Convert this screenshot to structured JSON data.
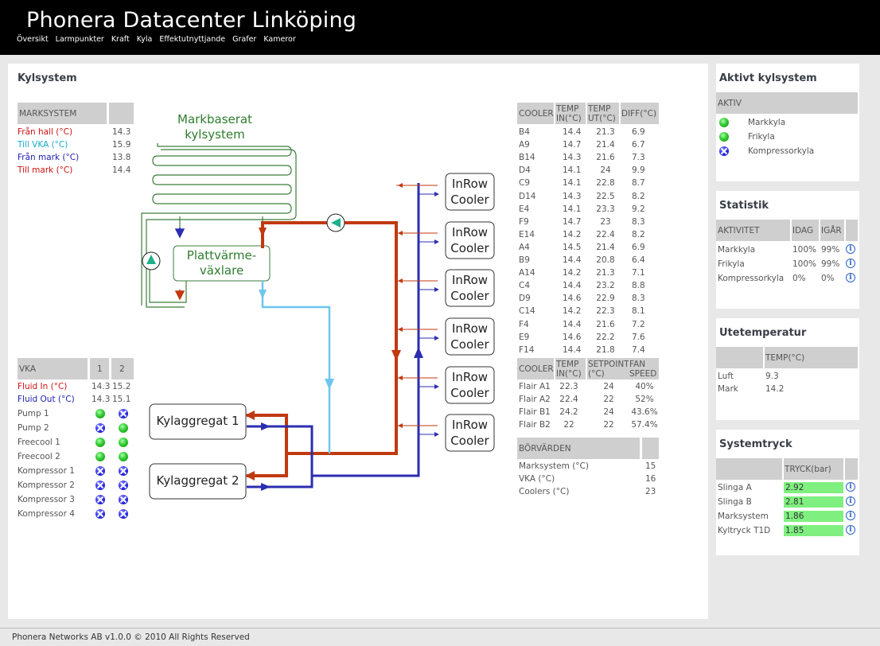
{
  "header": {
    "title": "Phonera Datacenter Linköping",
    "nav": [
      "Översikt",
      "Larmpunkter",
      "Kraft",
      "Kyla",
      "Effektutnyttjande",
      "Grafer",
      "Kameror"
    ]
  },
  "main": {
    "title": "Kylsystem",
    "marksystem": {
      "header": "MARKSYSTEM",
      "rows": [
        {
          "label": "Från hall (°C)",
          "value": "14.3"
        },
        {
          "label": "Till VKA (°C)",
          "value": "15.9"
        },
        {
          "label": "Från mark (°C)",
          "value": "13.8"
        },
        {
          "label": "Till mark (°C)",
          "value": "14.4"
        }
      ]
    },
    "vka": {
      "header": "VKA",
      "col1": "1",
      "col2": "2",
      "fluid": [
        {
          "label": "Fluid In (°C)",
          "v1": "14.3",
          "v2": "15.2"
        },
        {
          "label": "Fluid Out (°C)",
          "v1": "14.3",
          "v2": "15.1"
        }
      ],
      "status": [
        {
          "label": "Pump 1",
          "s1": "on",
          "s2": "off"
        },
        {
          "label": "Pump 2",
          "s1": "off",
          "s2": "on"
        },
        {
          "label": "Freecool 1",
          "s1": "on",
          "s2": "on"
        },
        {
          "label": "Freecool 2",
          "s1": "on",
          "s2": "on"
        },
        {
          "label": "Kompressor 1",
          "s1": "off",
          "s2": "off"
        },
        {
          "label": "Kompressor 2",
          "s1": "off",
          "s2": "off"
        },
        {
          "label": "Kompressor 3",
          "s1": "off",
          "s2": "off"
        },
        {
          "label": "Kompressor 4",
          "s1": "off",
          "s2": "off"
        }
      ]
    },
    "diagram": {
      "markbaserat": [
        "Markbaserat",
        "kylsystem"
      ],
      "plattvarme": [
        "Plattvärme-",
        "växlare"
      ],
      "kylaggregat1": "Kylaggregat 1",
      "kylaggregat2": "Kylaggregat 2",
      "inrow": [
        "InRow",
        "Cooler"
      ],
      "colors": {
        "red": "#c0390f",
        "blue": "#2b2eb0",
        "lightblue": "#6ec6ee",
        "green": "#2e7d2e"
      }
    },
    "coolers": {
      "headers": [
        "COOLER",
        "TEMP IN(°C)",
        "TEMP UT(°C)",
        "DIFF(°C)"
      ],
      "h_in": [
        "TEMP",
        "IN(°C)"
      ],
      "h_ut": [
        "TEMP",
        "UT(°C)"
      ],
      "rows": [
        [
          "B4",
          "14.4",
          "21.3",
          "6.9"
        ],
        [
          "A9",
          "14.7",
          "21.4",
          "6.7"
        ],
        [
          "B14",
          "14.3",
          "21.6",
          "7.3"
        ],
        [
          "D4",
          "14.1",
          "24",
          "9.9"
        ],
        [
          "C9",
          "14.1",
          "22.8",
          "8.7"
        ],
        [
          "D14",
          "14.3",
          "22.5",
          "8.2"
        ],
        [
          "E4",
          "14.1",
          "23.3",
          "9.2"
        ],
        [
          "F9",
          "14.7",
          "23",
          "8.3"
        ],
        [
          "E14",
          "14.2",
          "22.4",
          "8.2"
        ],
        [
          "A4",
          "14.5",
          "21.4",
          "6.9"
        ],
        [
          "B9",
          "14.4",
          "20.8",
          "6.4"
        ],
        [
          "A14",
          "14.2",
          "21.3",
          "7.1"
        ],
        [
          "C4",
          "14.4",
          "23.2",
          "8.8"
        ],
        [
          "D9",
          "14.6",
          "22.9",
          "8.3"
        ],
        [
          "C14",
          "14.2",
          "22.3",
          "8.1"
        ],
        [
          "F4",
          "14.4",
          "21.6",
          "7.2"
        ],
        [
          "E9",
          "14.6",
          "22.2",
          "7.6"
        ],
        [
          "F14",
          "14.4",
          "21.8",
          "7.4"
        ]
      ]
    },
    "flair": {
      "h_cooler": "COOLER",
      "h_in": [
        "TEMP",
        "IN(°C)"
      ],
      "h_set": [
        "SETPOINT",
        "(°C)"
      ],
      "h_fan": [
        "FAN",
        "SPEED"
      ],
      "rows": [
        [
          "Flair A1",
          "22.3",
          "24",
          "40%"
        ],
        [
          "Flair A2",
          "22.4",
          "22",
          "52%"
        ],
        [
          "Flair B1",
          "24.2",
          "24",
          "43.6%"
        ],
        [
          "Flair B2",
          "22",
          "22",
          "57.4%"
        ]
      ]
    },
    "borvarden": {
      "header": "BÖRVÄRDEN",
      "rows": [
        {
          "label": "Marksystem (°C)",
          "value": "15"
        },
        {
          "label": "VKA (°C)",
          "value": "16"
        },
        {
          "label": "Coolers (°C)",
          "value": "23"
        }
      ]
    }
  },
  "aktivt": {
    "title": "Aktivt kylsystem",
    "header": "AKTIV",
    "items": [
      {
        "label": "Markkyla",
        "state": "on"
      },
      {
        "label": "Frikyla",
        "state": "on"
      },
      {
        "label": "Kompressorkyla",
        "state": "off"
      }
    ]
  },
  "statistik": {
    "title": "Statistik",
    "headers": [
      "AKTIVITET",
      "IDAG",
      "IGÅR"
    ],
    "rows": [
      [
        "Markkyla",
        "100%",
        "99%"
      ],
      [
        "Frikyla",
        "100%",
        "99%"
      ],
      [
        "Kompressorkyla",
        "0%",
        "0%"
      ]
    ]
  },
  "utetemp": {
    "title": "Utetemperatur",
    "header": "TEMP(°C)",
    "rows": [
      {
        "label": "Luft",
        "value": "9.3"
      },
      {
        "label": "Mark",
        "value": "14.2"
      }
    ]
  },
  "systemtryck": {
    "title": "Systemtryck",
    "header": "TRYCK(bar)",
    "rows": [
      {
        "label": "Slinga A",
        "value": "2.92"
      },
      {
        "label": "Slinga B",
        "value": "2.81"
      },
      {
        "label": "Marksystem",
        "value": "1.86"
      },
      {
        "label": "Kyltryck T1D",
        "value": "1.85"
      }
    ]
  },
  "footer": "Phonera Networks AB v1.0.0 © 2010 All Rights Reserved"
}
